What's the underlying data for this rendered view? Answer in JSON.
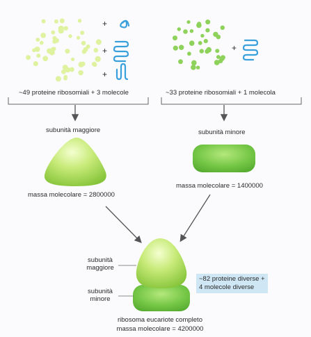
{
  "left_group": {
    "caption": "~49 proteine ribosomiali + 3 molecole",
    "plus_signs": [
      "+",
      "+",
      "+"
    ]
  },
  "right_group": {
    "caption": "~33 proteine ribosomiali + 1 molecola",
    "plus_sign": "+"
  },
  "large_subunit": {
    "title": "subunità maggiore",
    "mass": "massa molecolare = 2800000"
  },
  "small_subunit": {
    "title": "subunità minore",
    "mass": "massa molecolare = 1400000"
  },
  "complete_ribosome": {
    "label_top": "subunità\nmaggiore",
    "label_bottom": "subunità\nminore",
    "note": "~82 proteine diverse +\n4 molecole diverse",
    "caption_line1": "ribosoma eucariote completo",
    "caption_line2": "massa molecolare = 4200000"
  },
  "colors": {
    "protein_light": "#dff2a0",
    "protein_green": "#8ed15b",
    "rna_blue": "#3aa0dc",
    "subunit_light": "#b8e05a",
    "subunit_green": "#6cc23e",
    "arrow": "#555555",
    "note_bg": "#cfe7f5"
  }
}
